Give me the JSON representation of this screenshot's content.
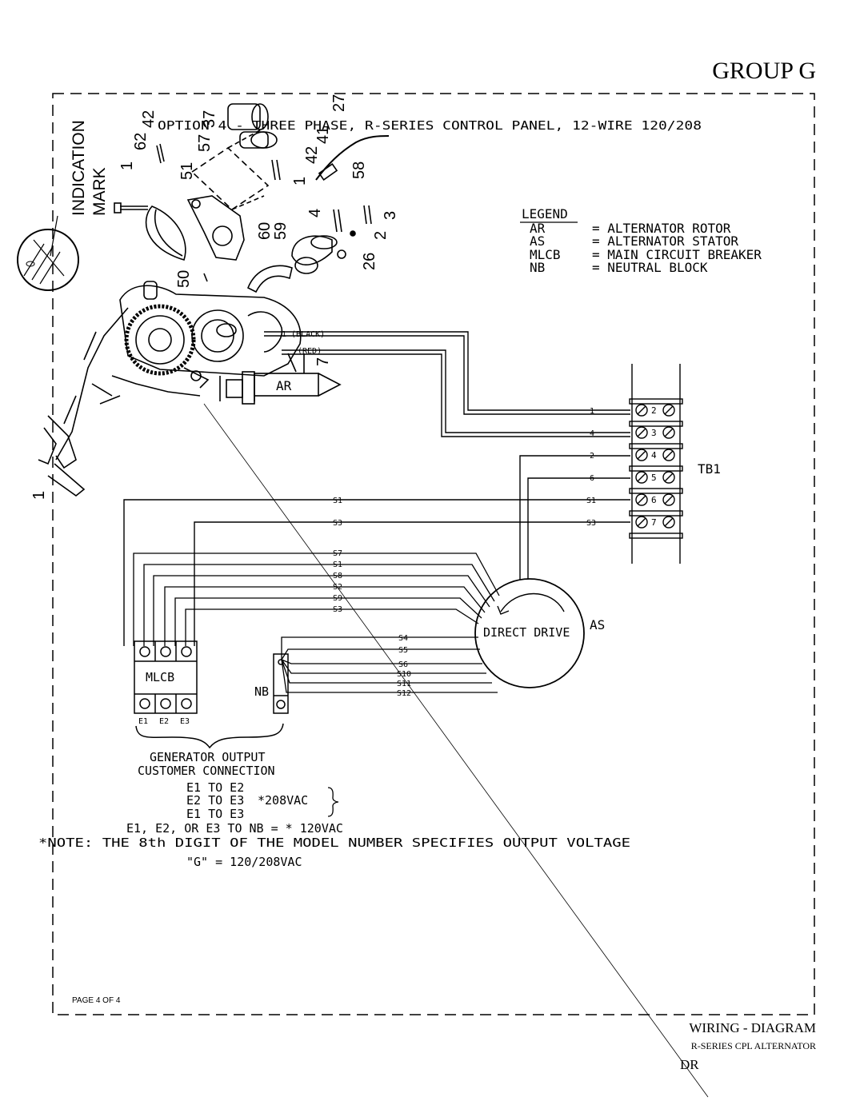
{
  "header": {
    "group": "GROUP G"
  },
  "title": "OPTION 4 - THREE PHASE, R-SERIES CONTROL PANEL, 12-WIRE 120/208",
  "indication_mark": [
    "INDICATION",
    "MARK"
  ],
  "part_numbers": [
    "37",
    "42",
    "62",
    "57",
    "1",
    "51",
    "60",
    "59",
    "58",
    "3",
    "4",
    "2",
    "26",
    "50",
    "7",
    "27",
    "41",
    "42",
    "1",
    "1"
  ],
  "legend": {
    "title": "LEGEND",
    "items": [
      {
        "abbr": "AR",
        "desc": "= ALTERNATOR ROTOR"
      },
      {
        "abbr": "AS",
        "desc": "= ALTERNATOR STATOR"
      },
      {
        "abbr": "MLCB",
        "desc": "= MAIN CIRCUIT BREAKER"
      },
      {
        "abbr": "NB",
        "desc": "= NEUTRAL BLOCK"
      }
    ]
  },
  "rotor": {
    "label": "AR",
    "black": "1 (BLACK)",
    "red": "(RED)"
  },
  "terminal_block": {
    "label": "TB1",
    "terminals": [
      "2",
      "3",
      "4",
      "5",
      "6",
      "7"
    ],
    "wires": [
      "1",
      "4",
      "2",
      "6",
      "S1",
      "S3"
    ]
  },
  "stator": {
    "label": "AS",
    "text": "DIRECT DRIVE"
  },
  "breaker_wires": [
    "S1",
    "S3",
    "S7",
    "S1",
    "S8",
    "S2",
    "S9",
    "S3"
  ],
  "neutral_wires": [
    "S4",
    "S5",
    "S6",
    "S10",
    "S11",
    "S12"
  ],
  "mlcb": {
    "label": "MLCB",
    "terminals": [
      "E1",
      "E2",
      "E3"
    ]
  },
  "nb": {
    "label": "NB"
  },
  "output": {
    "heading": [
      "GENERATOR OUTPUT",
      "CUSTOMER CONNECTION"
    ],
    "lines": [
      "E1 TO E2",
      "E2 TO E3",
      "*208VAC",
      "E1 TO E3"
    ],
    "neutral_line": "E1, E2, OR E3 TO NB = * 120VAC",
    "note": "*NOTE: THE 8th DIGIT OF THE MODEL NUMBER SPECIFIES OUTPUT VOLTAGE",
    "g_line": "\"G\" = 120/208VAC"
  },
  "page": "PAGE 4 OF 4",
  "footer": {
    "title": "WIRING - DIAGRAM",
    "subtitle": "R-SERIES CPL ALTERNATOR",
    "code": "DR"
  }
}
